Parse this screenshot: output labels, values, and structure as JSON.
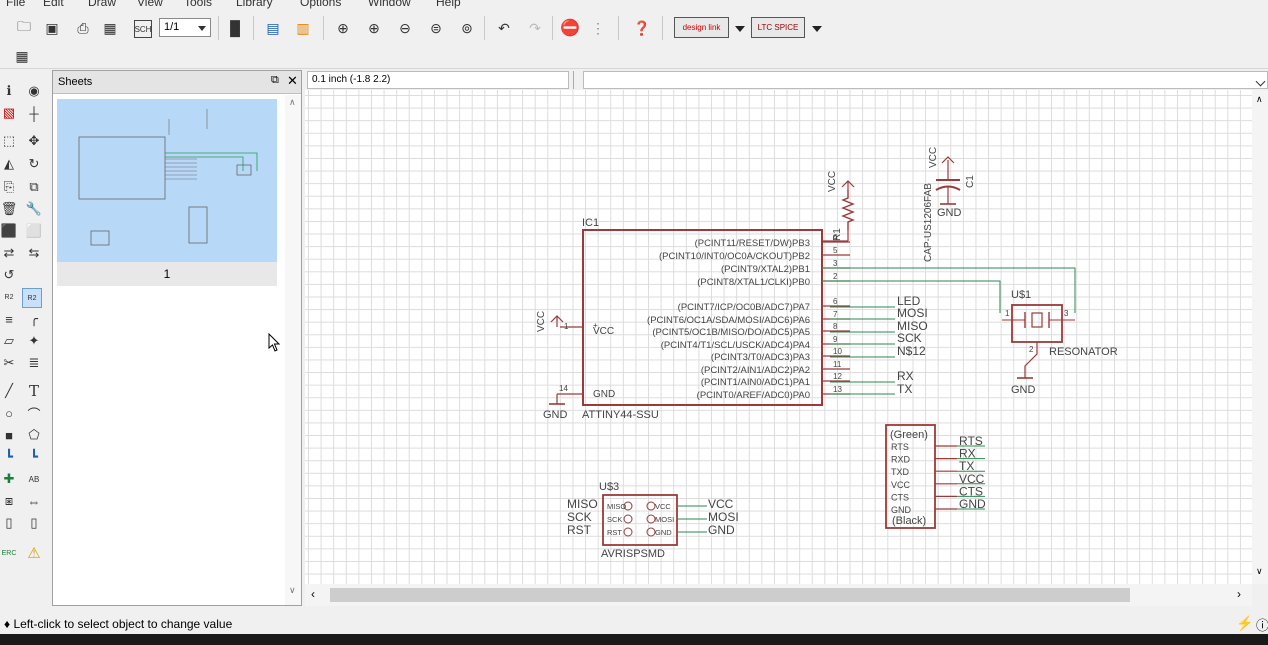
{
  "menu": [
    "File",
    "Edit",
    "Draw",
    "View",
    "Tools",
    "Library",
    "Options",
    "Window",
    "Help"
  ],
  "toolbar": {
    "sheet_select": "1/1",
    "designlink_label": "design link",
    "ltspice_label": "LTC SPICE"
  },
  "panel": {
    "title": "Sheets",
    "sheet_number": "1"
  },
  "coord": {
    "readout": "0.1 inch (-1.8 2.2)"
  },
  "status": {
    "text": "♦ Left-click to select object to change value"
  },
  "schematic": {
    "ic": {
      "name": "IC1",
      "value": "ATTINY44-SSU",
      "pins_right": [
        {
          "label": "(PCINT11/RESET/DW)PB3",
          "num": "4"
        },
        {
          "label": "(PCINT10/INT0/OC0A/CKOUT)PB2",
          "num": "5"
        },
        {
          "label": "(PCINT9/XTAL2)PB1",
          "num": "3"
        },
        {
          "label": "(PCINT8/XTAL1/CLKI)PB0",
          "num": "2"
        },
        {
          "label": "(PCINT7/ICP/OC0B/ADC7)PA7",
          "num": "6"
        },
        {
          "label": "(PCINT6/OC1A/SDA/MOSI/ADC6)PA6",
          "num": "7"
        },
        {
          "label": "(PCINT5/OC1B/MISO/DO/ADC5)PA5",
          "num": "8"
        },
        {
          "label": "(PCINT4/T1/SCL/USCK/ADC4)PA4",
          "num": "9"
        },
        {
          "label": "(PCINT3/T0/ADC3)PA3",
          "num": "10"
        },
        {
          "label": "(PCINT2/AIN1/ADC2)PA2",
          "num": "11"
        },
        {
          "label": "(PCINT1/AIN0/ADC1)PA1",
          "num": "12"
        },
        {
          "label": "(PCINT0/AREF/ADC0)PA0",
          "num": "13"
        }
      ],
      "vcc_pin_label": "VCC",
      "vcc_pin_num": "1",
      "gnd_pin_label": "GND",
      "gnd_pin_num": "14"
    },
    "net_labels": [
      "LED",
      "MOSI",
      "MISO",
      "SCK",
      "N$12",
      "RX",
      "TX"
    ],
    "resistor": {
      "name": "R1",
      "supply": "VCC"
    },
    "capacitor": {
      "name": "C1",
      "value": "CAP-US1206FAB",
      "supply": "VCC",
      "ground": "GND"
    },
    "resonator": {
      "name": "U$1",
      "value": "RESONATOR",
      "ground": "GND",
      "pin_left": "1",
      "pin_right": "3",
      "pin_bottom": "2"
    },
    "supplies": {
      "vcc_left": "VCC",
      "gnd_left": "GND"
    },
    "ftdi": {
      "top": "(Green)",
      "bottom": "(Black)",
      "pins": [
        "RTS",
        "RXD",
        "TXD",
        "VCC",
        "CTS",
        "GND"
      ],
      "nets": [
        "RTS",
        "RX",
        "TX",
        "VCC",
        "CTS",
        "GND"
      ]
    },
    "avr": {
      "name": "U$3",
      "value": "AVRISPSMD",
      "left_pins": [
        "MISO",
        "SCK",
        "RST"
      ],
      "right_pins": [
        "VCC",
        "MOSI",
        "GND"
      ],
      "left_nets": [
        "MISO",
        "SCK",
        "RST"
      ],
      "right_nets": [
        "VCC",
        "MOSI",
        "GND"
      ]
    }
  }
}
